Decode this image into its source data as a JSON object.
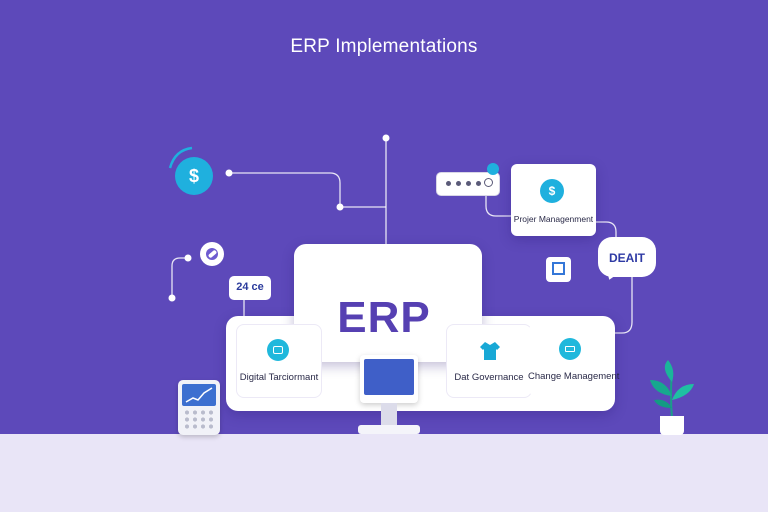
{
  "title": "ERP Implementations",
  "center": {
    "label": "ERP"
  },
  "modules": [
    {
      "label": "Digital Tarciormant",
      "icon": "screen-icon"
    },
    {
      "label": "Dat Governance",
      "icon": "shirt-icon"
    },
    {
      "label": "Change Management",
      "icon": "list-icon"
    }
  ],
  "project_card": {
    "label": "Projer Managenment",
    "icon": "dollar-icon"
  },
  "bubble": {
    "text": "DEAIT"
  },
  "badge": {
    "text": "24 ce"
  },
  "coin": {
    "symbol": "$"
  },
  "project_coin": {
    "symbol": "$"
  },
  "colors": {
    "background": "#5d49ba",
    "floor": "#e9e5f7",
    "accent": "#1fb0de",
    "erp_text": "#5640b2"
  }
}
